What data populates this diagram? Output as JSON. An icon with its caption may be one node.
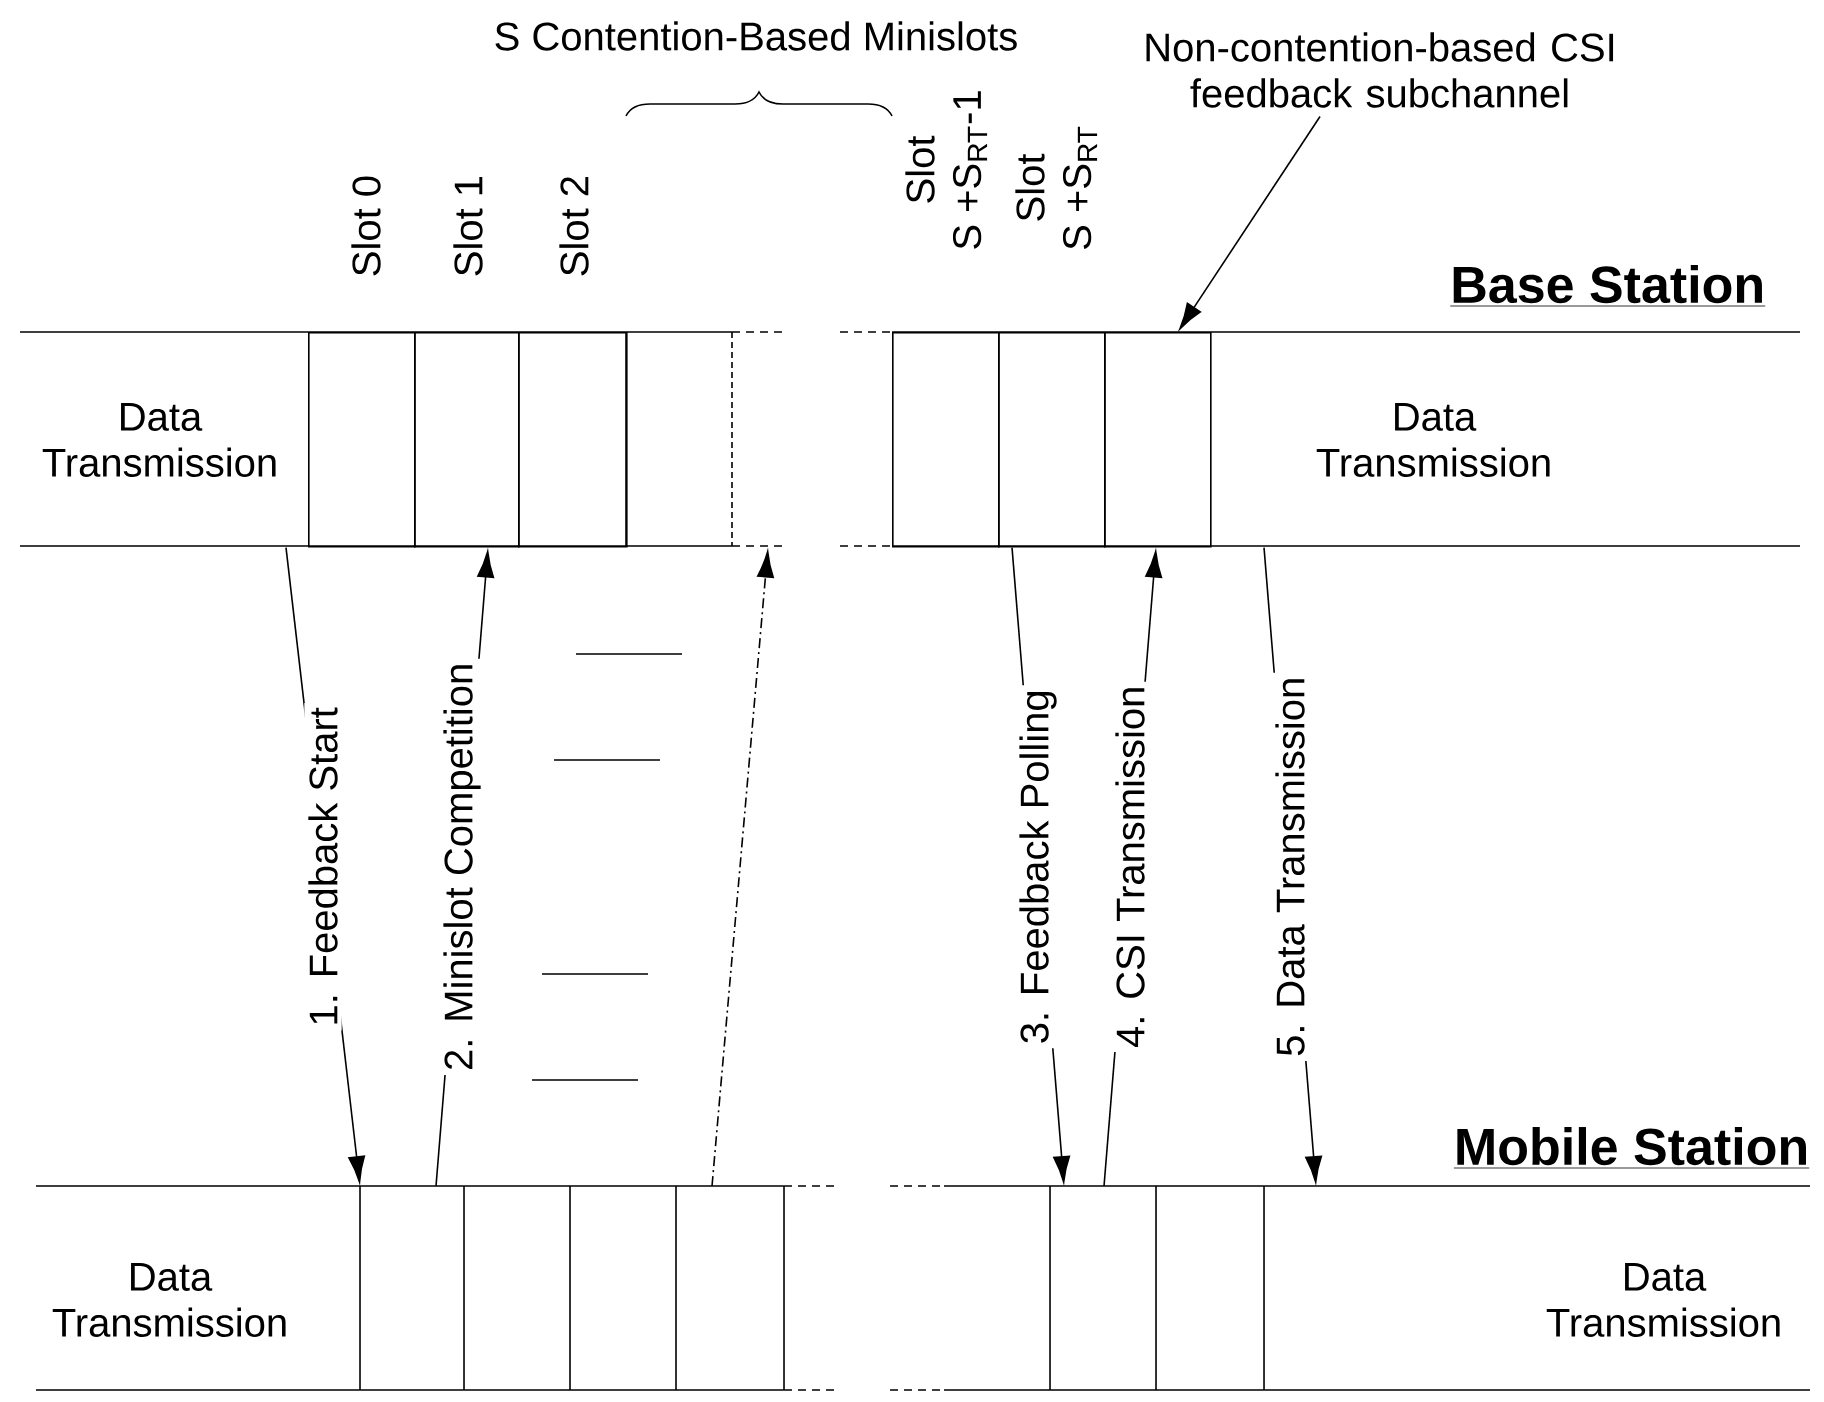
{
  "diagram": {
    "nodes": [
      {
        "text": [],
        "shape": "bar"
      },
      {
        "text": [
          "Data Transmission"
        ],
        "in": 0
      },
      {
        "text": [
          "Slot 0"
        ],
        "in": 0
      },
      {
        "text": [
          "Slot 1"
        ],
        "in": 0
      },
      {
        "text": [
          "Slot 2"
        ],
        "in": 0
      },
      {
        "text": [
          "Slot",
          "S +S$_{RT}$-1"
        ],
        "in": 0
      },
      {
        "text": [
          "Slot",
          "S +S$_{RT}$"
        ],
        "in": 0
      },
      {
        "text": [],
        "shape": "box",
        "in": 0
      },
      {
        "text": [
          "Data Transmission"
        ],
        "in": 0
      },
      {
        "text": [
          "Non-contention-based CSI feedback subchannel"
        ]
      },
      {
        "text": [],
        "shape": "bar"
      },
      {
        "text": [
          "Data Transmission"
        ],
        "in": 10
      },
      {
        "text": [
          "Data Transmission"
        ],
        "in": 10
      }
    ],
    "edges": [
      {
        "from": 9,
        "to": 7,
        "arrow": "to"
      },
      {
        "from": 0,
        "to": 10,
        "arrow": "to",
        "label": "1. Feedback Start"
      },
      {
        "from": 10,
        "to": 0,
        "arrow": "to",
        "label": "2. Minislot Competition"
      },
      {
        "from": 10,
        "to": 0,
        "arrow": "to",
        "style": "dashed"
      },
      {
        "from": 0,
        "to": 10,
        "arrow": "to",
        "label": "3. Feedback Polling"
      },
      {
        "from": 10,
        "to": 0,
        "arrow": "to",
        "label": "4. CSI Transmission"
      },
      {
        "from": 0,
        "to": 10,
        "arrow": "to",
        "label": "5. Data Transmission"
      }
    ],
    "labels": [
      "S Contention-Based Minislots",
      "Base Station",
      "Mobile Station"
    ]
  }
}
